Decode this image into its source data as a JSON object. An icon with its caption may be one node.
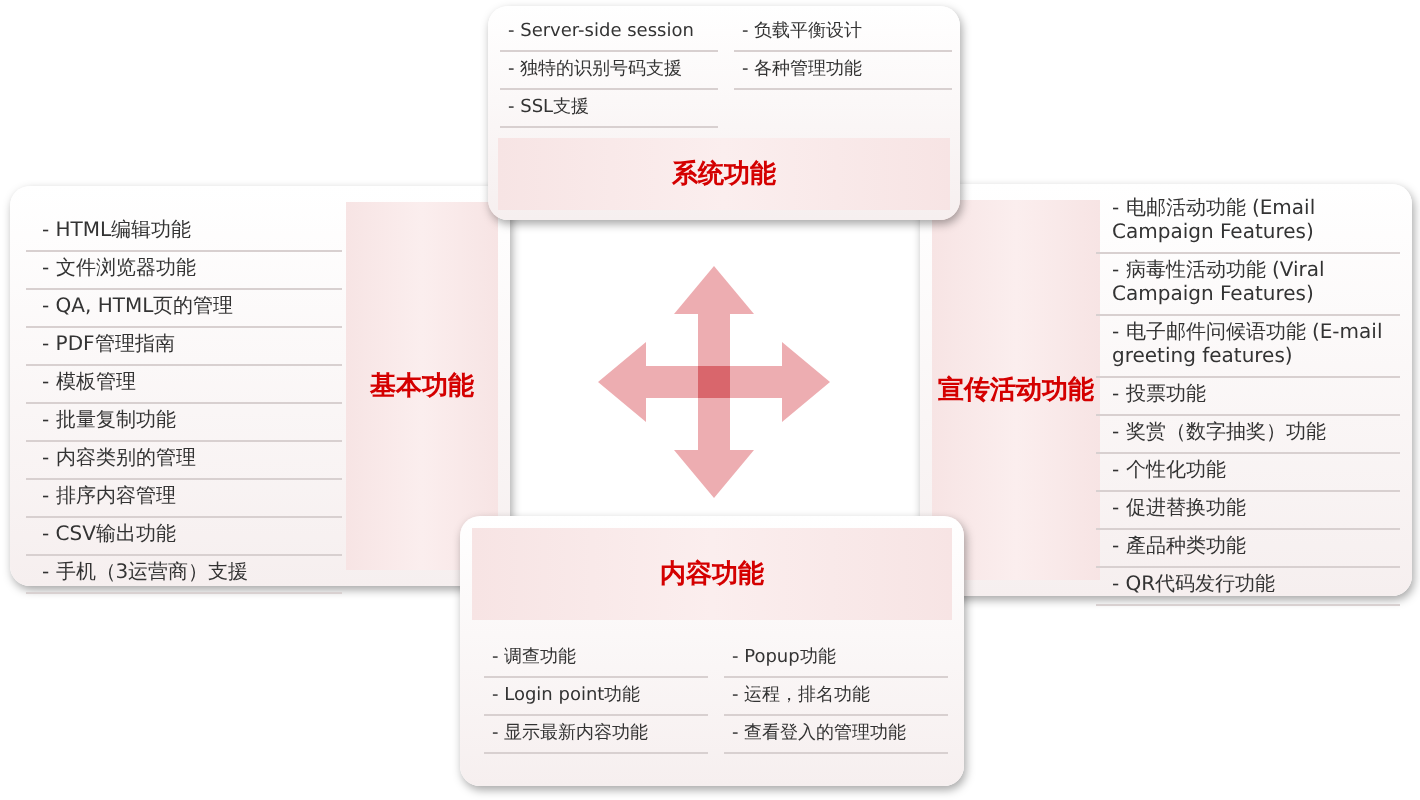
{
  "diagram": {
    "nodes": [
      {
        "text": [
          "系统功能",
          "- Server-side session",
          "- 负载平衡设计",
          "- 独特的识别号码支援",
          "- 各种管理功能",
          "- SSL支援"
        ]
      },
      {
        "text": [
          "基本功能",
          "- HTML编辑功能",
          "- 文件浏览器功能",
          "- QA, HTML页的管理",
          "- PDF管理指南",
          "- 模板管理",
          "- 批量复制功能",
          "- 内容类别的管理",
          "- 排序内容管理",
          "- CSV输出功能",
          "- 手机（3运营商）支援"
        ]
      },
      {
        "text": [
          "宣传活动功能",
          "- 电邮活动功能 (Email Campaign Features)",
          "- 病毒性活动功能 (Viral Campaign Features)",
          "- 电子邮件问候语功能 (E-mail greeting features)",
          "- 投票功能",
          "- 奖赏（数字抽奖）功能",
          "- 个性化功能",
          "- 促进替换功能",
          "- 產品种类功能",
          "- QR代码发行功能"
        ]
      },
      {
        "text": [
          "内容功能",
          "- 调查功能",
          "- Popup功能",
          "- Login point功能",
          "- 运程，排名功能",
          "- 显示最新内容功能",
          "- 查看登入的管理功能"
        ]
      }
    ]
  }
}
